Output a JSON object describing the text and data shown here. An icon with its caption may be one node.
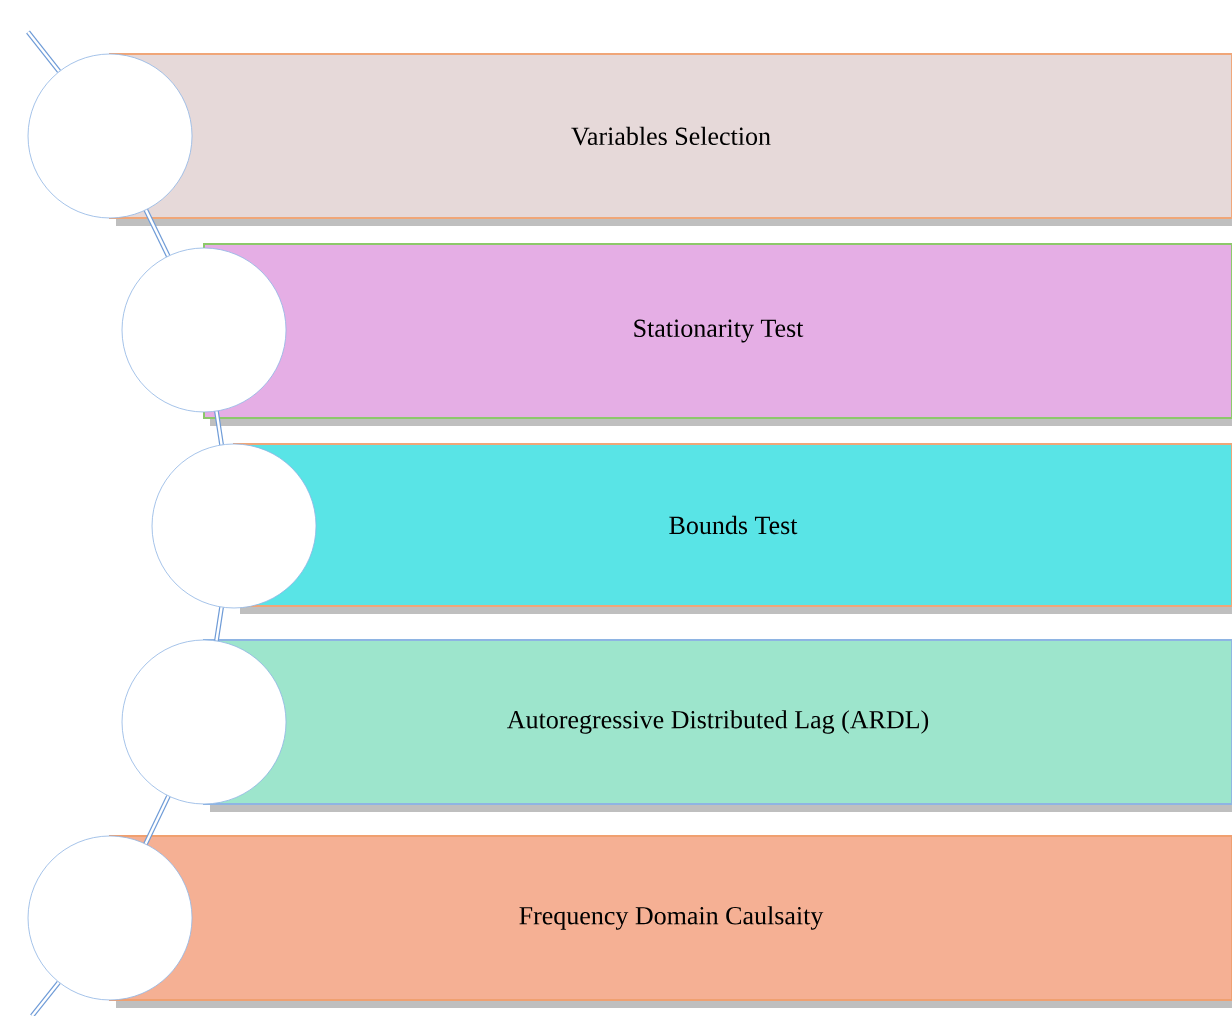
{
  "diagram": {
    "nodes": [
      {
        "text": [
          "Variables Selection"
        ]
      },
      {
        "text": [
          "Stationarity Test"
        ]
      },
      {
        "text": [
          "Bounds Test"
        ]
      },
      {
        "text": [
          "Autoregressive Distributed Lag (ARDL)"
        ]
      },
      {
        "text": [
          "Frequency Domain Caulsaity"
        ]
      },
      {
        "text": [],
        "shape": "circle"
      },
      {
        "text": [],
        "shape": "circle"
      },
      {
        "text": [],
        "shape": "circle"
      },
      {
        "text": [],
        "shape": "circle"
      },
      {
        "text": [],
        "shape": "circle"
      }
    ],
    "edges": [
      {
        "from": null,
        "to": 5,
        "arrow": "none"
      },
      {
        "from": 5,
        "to": 6,
        "arrow": "none"
      },
      {
        "from": 6,
        "to": 7,
        "arrow": "none"
      },
      {
        "from": 7,
        "to": 8,
        "arrow": "none"
      },
      {
        "from": 8,
        "to": 9,
        "arrow": "none"
      },
      {
        "from": 9,
        "to": null,
        "arrow": "none"
      }
    ]
  }
}
